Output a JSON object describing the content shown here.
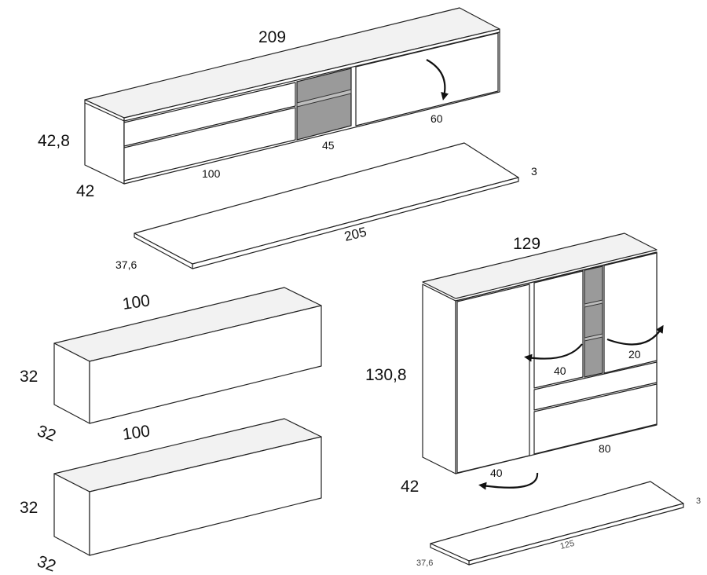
{
  "unit_top": {
    "width": "209",
    "height": "42,8",
    "depth": "42",
    "drawer_width": "100",
    "niche_width": "45",
    "door_width": "60"
  },
  "shelf_top": {
    "length": "205",
    "thickness": "3",
    "depth": "37,6"
  },
  "box_one": {
    "width": "100",
    "height": "32",
    "depth": "32"
  },
  "box_two": {
    "width": "100",
    "height": "32",
    "depth": "32"
  },
  "tall_unit": {
    "width": "129",
    "height": "130,8",
    "depth": "42",
    "left_door_width": "40",
    "inner_door_left_width": "40",
    "inner_door_right_width": "20",
    "drawer_width": "80"
  },
  "shelf_bottom": {
    "length": "125",
    "thickness": "3",
    "depth": "37,6"
  }
}
